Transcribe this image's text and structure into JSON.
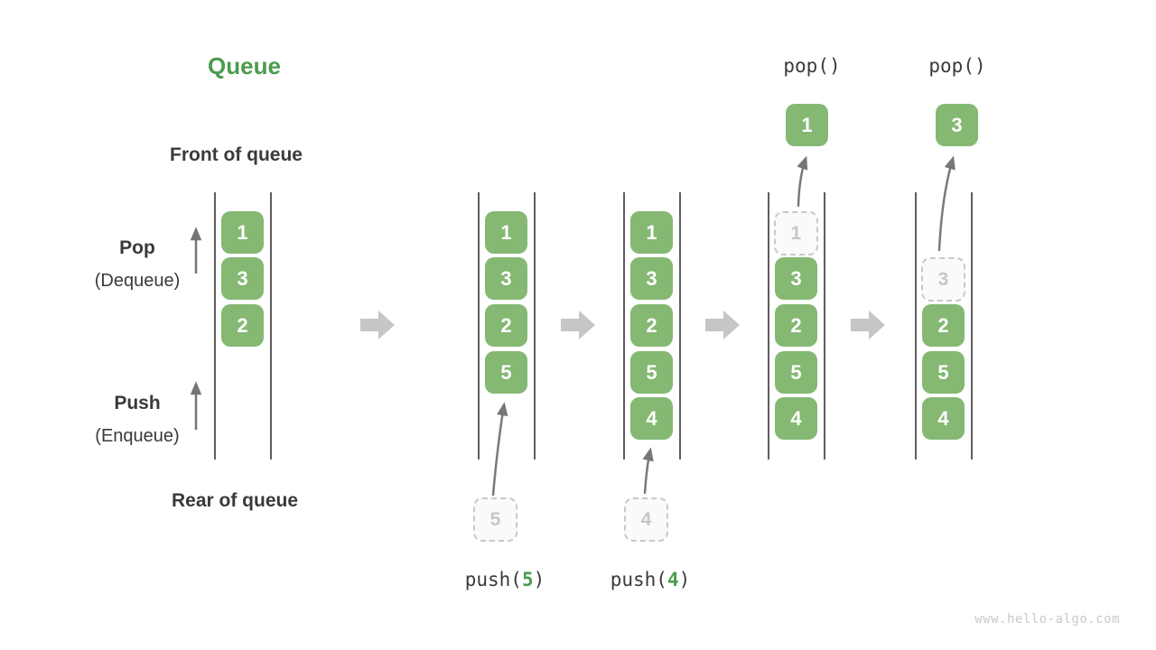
{
  "title": "Queue",
  "labels": {
    "front": "Front of queue",
    "rear": "Rear of queue",
    "pop": "Pop",
    "pop_sub": "(Dequeue)",
    "push": "Push",
    "push_sub": "(Enqueue)"
  },
  "columns": [
    {
      "state": "initial",
      "cells": [
        {
          "v": "1",
          "style": "solid"
        },
        {
          "v": "3",
          "style": "solid"
        },
        {
          "v": "2",
          "style": "solid"
        }
      ]
    },
    {
      "state": "during push(5)",
      "cells": [
        {
          "v": "1",
          "style": "solid"
        },
        {
          "v": "3",
          "style": "solid"
        },
        {
          "v": "2",
          "style": "solid"
        },
        {
          "v": "5",
          "style": "solid"
        }
      ],
      "pushed": "5"
    },
    {
      "state": "during push(4)",
      "cells": [
        {
          "v": "1",
          "style": "solid"
        },
        {
          "v": "3",
          "style": "solid"
        },
        {
          "v": "2",
          "style": "solid"
        },
        {
          "v": "5",
          "style": "solid"
        },
        {
          "v": "4",
          "style": "solid"
        }
      ],
      "pushed": "4"
    },
    {
      "state": "during pop() of 1",
      "cells": [
        {
          "v": "1",
          "style": "dashed"
        },
        {
          "v": "3",
          "style": "solid"
        },
        {
          "v": "2",
          "style": "solid"
        },
        {
          "v": "5",
          "style": "solid"
        },
        {
          "v": "4",
          "style": "solid"
        }
      ],
      "popped": "1"
    },
    {
      "state": "during pop() of 3",
      "cells": [
        {
          "v": "3",
          "style": "dashed"
        },
        {
          "v": "2",
          "style": "solid"
        },
        {
          "v": "5",
          "style": "solid"
        },
        {
          "v": "4",
          "style": "solid"
        }
      ],
      "popped": "3"
    }
  ],
  "operations": {
    "push1": {
      "prefix": "push(",
      "arg": "5",
      "suffix": ")"
    },
    "push2": {
      "prefix": "push(",
      "arg": "4",
      "suffix": ")"
    },
    "pop1": "pop()",
    "pop2": "pop()"
  },
  "watermark": "www.hello-algo.com",
  "colors": {
    "title_green": "#4c9b4f",
    "cell_green": "#85b873",
    "cell_text": "#ffffff",
    "arg_green": "#4c9b4f",
    "text_dark": "#3a3a3a",
    "rail_gray": "#5e5e5e",
    "thin_arrow_gray": "#767676",
    "block_arrow_gray": "#c6c6c6",
    "ghost_border_gray": "#c9c9c9",
    "ghost_text_gray": "#c6c6c6",
    "watermark_gray": "#c9c9c9"
  }
}
